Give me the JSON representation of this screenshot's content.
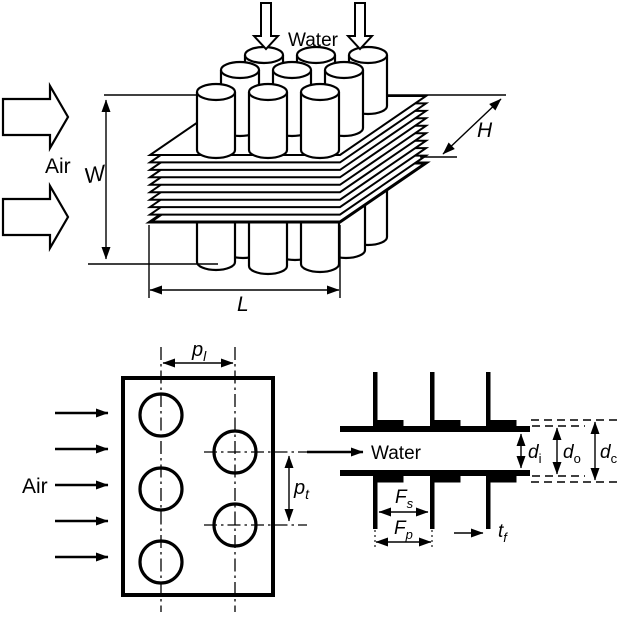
{
  "colors": {
    "line": "#000000",
    "background": "#ffffff"
  },
  "top_view": {
    "air_label": "Air",
    "water_label": "Water",
    "width_dim": "W",
    "height_dim": "H",
    "length_dim": "L"
  },
  "front_view": {
    "air_label": "Air",
    "longitudinal_pitch": {
      "base": "p",
      "sub": "l"
    },
    "transverse_pitch": {
      "base": "p",
      "sub": "t"
    }
  },
  "side_view": {
    "water_label": "Water",
    "inner_diameter": {
      "base": "d",
      "sub": "i"
    },
    "outer_diameter": {
      "base": "d",
      "sub": "o"
    },
    "collar_diameter": {
      "base": "d",
      "sub": "c"
    },
    "fin_spacing": {
      "base": "F",
      "sub": "s"
    },
    "fin_pitch": {
      "base": "F",
      "sub": "p"
    },
    "fin_thickness": {
      "base": "t",
      "sub": "f"
    }
  }
}
